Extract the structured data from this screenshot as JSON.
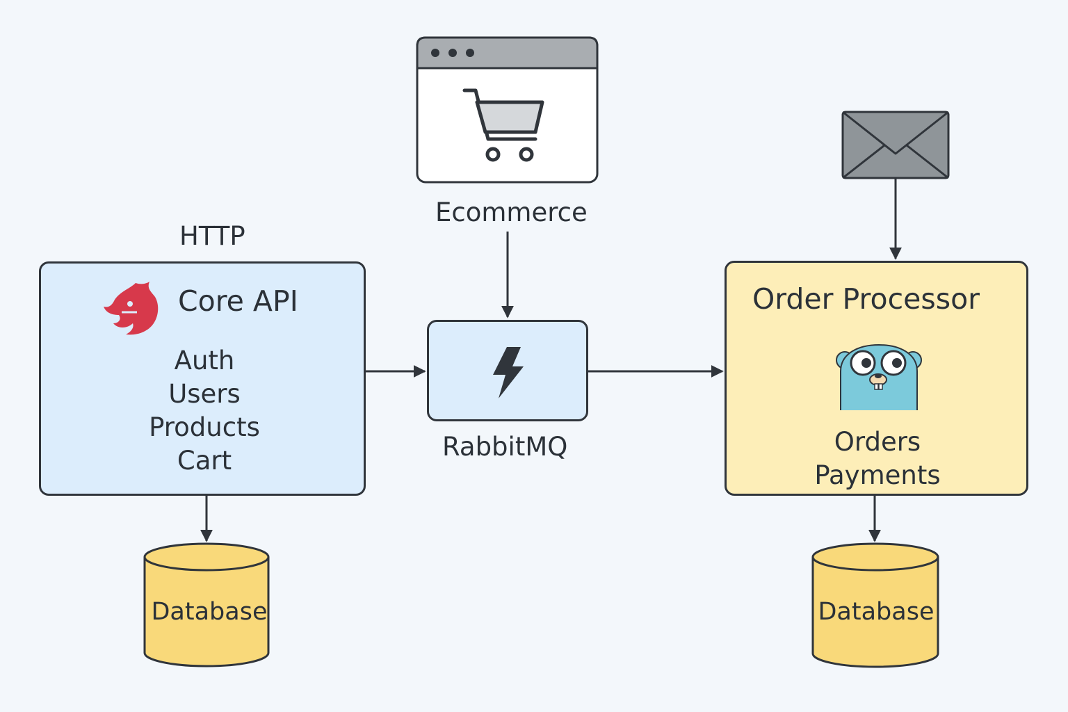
{
  "labels": {
    "http": "HTTP",
    "ecommerce": "Ecommerce",
    "rabbitmq": "RabbitMQ"
  },
  "core_api": {
    "title": "Core API",
    "modules": [
      "Auth",
      "Users",
      "Products",
      "Cart"
    ],
    "database": "Database"
  },
  "order_processor": {
    "title": "Order Processor",
    "modules": [
      "Orders",
      "Payments"
    ],
    "database": "Database"
  },
  "icons": {
    "frontend": "browser-cart-icon",
    "core_logo": "nestjs-logo-icon",
    "broker": "lightning-bolt-icon",
    "processor_logo": "go-gopher-icon",
    "mail": "envelope-icon"
  },
  "colors": {
    "background": "#f3f7fb",
    "service_blue": "#dcedfc",
    "service_yellow": "#fdeeb8",
    "database_yellow": "#f9d97a",
    "stroke": "#30353b",
    "nest_red": "#d7394b",
    "gopher_blue": "#7ccadb"
  }
}
